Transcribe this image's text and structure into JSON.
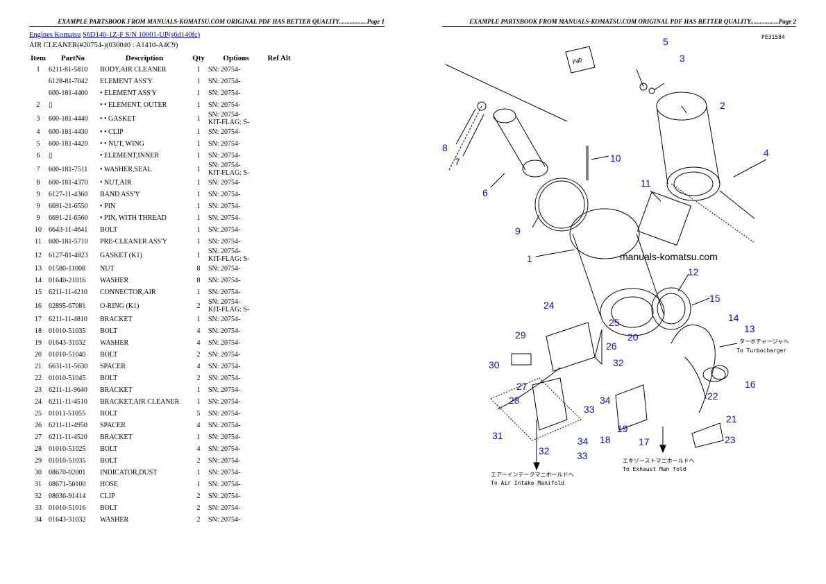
{
  "headers": {
    "page1": "EXAMPLE PARTSBOOK FROM MANUALS-KOMATSU.COM ORIGINAL PDF HAS BETTER QUALITY..................Page 1",
    "page2": "EXAMPLE PARTSBOOK FROM MANUALS-KOMATSU.COM ORIGINAL PDF HAS BETTER QUALITY..................Page 2"
  },
  "breadcrumb": {
    "link1": "Engines Komatsu",
    "link2": "S6D140-1Z-F S/N 10001-UP(s6d140fc)"
  },
  "subtitle": "AIR CLEANER(#20754-)(030040 : A1410-A4C9)",
  "table": {
    "columns": [
      "Item",
      "PartNo",
      "Description",
      "Qty",
      "Options",
      "Ref Alt"
    ],
    "rows": [
      {
        "item": "1",
        "part": "6211-81-5810",
        "desc": "BODY,AIR CLEANER",
        "qty": "1",
        "opt": "SN: 20754-"
      },
      {
        "item": "",
        "part": "6128-81-7042",
        "desc": "ELEMENT ASS'Y",
        "qty": "1",
        "opt": "SN: 20754-"
      },
      {
        "item": "",
        "part": "600-181-4400",
        "desc": "• ELEMENT ASS'Y",
        "qty": "1",
        "opt": "SN: 20754-"
      },
      {
        "item": "2",
        "part": "▯",
        "desc": "• • ELEMENT, OUTER",
        "qty": "1",
        "opt": "SN: 20754-"
      },
      {
        "item": "3",
        "part": "600-181-4440",
        "desc": "• • GASKET",
        "qty": "1",
        "opt": "SN: 20754-\nKIT-FLAG: S-"
      },
      {
        "item": "4",
        "part": "600-181-4430",
        "desc": "• • CLIP",
        "qty": "1",
        "opt": "SN: 20754-"
      },
      {
        "item": "5",
        "part": "600-181-4420",
        "desc": "• • NUT, WING",
        "qty": "1",
        "opt": "SN: 20754-"
      },
      {
        "item": "6",
        "part": "▯",
        "desc": "• ELEMENT,INNER",
        "qty": "1",
        "opt": "SN: 20754-"
      },
      {
        "item": "7",
        "part": "600-181-7511",
        "desc": "• WASHER,SEAL",
        "qty": "1",
        "opt": "SN: 20754-\nKIT-FLAG: S-"
      },
      {
        "item": "8",
        "part": "600-181-4370",
        "desc": "• NUT,AIR",
        "qty": "1",
        "opt": "SN: 20754-"
      },
      {
        "item": "9",
        "part": "6127-11-4360",
        "desc": "BAND ASS'Y",
        "qty": "1",
        "opt": "SN: 20754-"
      },
      {
        "item": "9",
        "part": "6691-21-6550",
        "desc": "• PIN",
        "qty": "1",
        "opt": "SN: 20754-"
      },
      {
        "item": "9",
        "part": "6691-21-6560",
        "desc": "• PIN, WITH THREAD",
        "qty": "1",
        "opt": "SN: 20754-"
      },
      {
        "item": "10",
        "part": "6643-11-4641",
        "desc": "BOLT",
        "qty": "1",
        "opt": "SN: 20754-"
      },
      {
        "item": "11",
        "part": "600-181-5710",
        "desc": "PRE-CLEANER ASS'Y",
        "qty": "1",
        "opt": "SN: 20754-"
      },
      {
        "item": "12",
        "part": "6127-81-4823",
        "desc": "GASKET (K1)",
        "qty": "1",
        "opt": "SN: 20754-\nKIT-FLAG: S-"
      },
      {
        "item": "13",
        "part": "01580-11008",
        "desc": "NUT",
        "qty": "8",
        "opt": "SN: 20754-"
      },
      {
        "item": "14",
        "part": "01640-21016",
        "desc": "WASHER",
        "qty": "8",
        "opt": "SN: 20754-"
      },
      {
        "item": "15",
        "part": "6211-11-4210",
        "desc": "CONNECTOR,AIR",
        "qty": "1",
        "opt": "SN: 20754-"
      },
      {
        "item": "16",
        "part": "02895-67081",
        "desc": "O-RING (K1)",
        "qty": "2",
        "opt": "SN: 20754-\nKIT-FLAG: S-"
      },
      {
        "item": "17",
        "part": "6211-11-4810",
        "desc": "BRACKET",
        "qty": "1",
        "opt": "SN: 20754-"
      },
      {
        "item": "18",
        "part": "01010-51035",
        "desc": "BOLT",
        "qty": "4",
        "opt": "SN: 20754-"
      },
      {
        "item": "19",
        "part": "01643-31032",
        "desc": "WASHER",
        "qty": "4",
        "opt": "SN: 20754-"
      },
      {
        "item": "20",
        "part": "01010-51040",
        "desc": "BOLT",
        "qty": "2",
        "opt": "SN: 20754-"
      },
      {
        "item": "21",
        "part": "6631-11-5630",
        "desc": "SPACER",
        "qty": "4",
        "opt": "SN: 20754-"
      },
      {
        "item": "22",
        "part": "01010-51045",
        "desc": "BOLT",
        "qty": "2",
        "opt": "SN: 20754-"
      },
      {
        "item": "23",
        "part": "6211-11-9640",
        "desc": "BRACKET",
        "qty": "1",
        "opt": "SN: 20754-"
      },
      {
        "item": "24",
        "part": "6211-11-4510",
        "desc": "BRACKET,AIR CLEANER",
        "qty": "1",
        "opt": "SN: 20754-"
      },
      {
        "item": "25",
        "part": "01011-51055",
        "desc": "BOLT",
        "qty": "5",
        "opt": "SN: 20754-"
      },
      {
        "item": "26",
        "part": "6211-11-4950",
        "desc": "SPACER",
        "qty": "4",
        "opt": "SN: 20754-"
      },
      {
        "item": "27",
        "part": "6211-11-4520",
        "desc": "BRACKET",
        "qty": "1",
        "opt": "SN: 20754-"
      },
      {
        "item": "28",
        "part": "01010-51025",
        "desc": "BOLT",
        "qty": "4",
        "opt": "SN: 20754-"
      },
      {
        "item": "29",
        "part": "01010-51035",
        "desc": "BOLT",
        "qty": "2",
        "opt": "SN: 20754-"
      },
      {
        "item": "30",
        "part": "08670-02001",
        "desc": "INDICATOR,DUST",
        "qty": "1",
        "opt": "SN: 20754-"
      },
      {
        "item": "31",
        "part": "08671-50100",
        "desc": "HOSE",
        "qty": "1",
        "opt": "SN: 20754-"
      },
      {
        "item": "32",
        "part": "08036-91414",
        "desc": "CLIP",
        "qty": "2",
        "opt": "SN: 20754-"
      },
      {
        "item": "33",
        "part": "01010-51016",
        "desc": "BOLT",
        "qty": "2",
        "opt": "SN: 20754-"
      },
      {
        "item": "34",
        "part": "01643-31032",
        "desc": "WASHER",
        "qty": "2",
        "opt": "SN: 20754-"
      }
    ]
  },
  "diagram": {
    "code": "PE31584",
    "fwd": "FWD",
    "watermark": "manuals-komatsu.com",
    "turbo_jp": "ターボチャージャへ",
    "turbo_en": "To Turbocharger",
    "intake_jp": "エアーインテークマニホールドへ",
    "intake_en": "To Air Intake Manifold",
    "exhaust_jp": "エキゾーストマニホールドへ",
    "exhaust_en": "To Exhaust Man fold",
    "callouts": [
      "1",
      "2",
      "3",
      "4",
      "5",
      "6",
      "7",
      "8",
      "9",
      "10",
      "11",
      "12",
      "13",
      "14",
      "15",
      "16",
      "17",
      "18",
      "19",
      "20",
      "21",
      "22",
      "23",
      "24",
      "25",
      "26",
      "27",
      "28",
      "29",
      "30",
      "31",
      "32",
      "32",
      "33",
      "33",
      "34",
      "34"
    ]
  }
}
